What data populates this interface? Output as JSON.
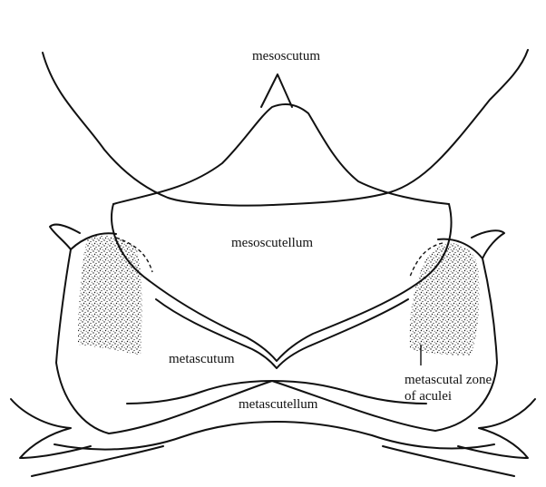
{
  "labels": {
    "mesoscutum": "mesoscutum",
    "mesoscutellum": "mesoscutellum",
    "metascutum": "metascutum",
    "metascutellum": "metascutellum",
    "aculei_line1": "metascutal zone",
    "aculei_line2": "of aculei"
  }
}
